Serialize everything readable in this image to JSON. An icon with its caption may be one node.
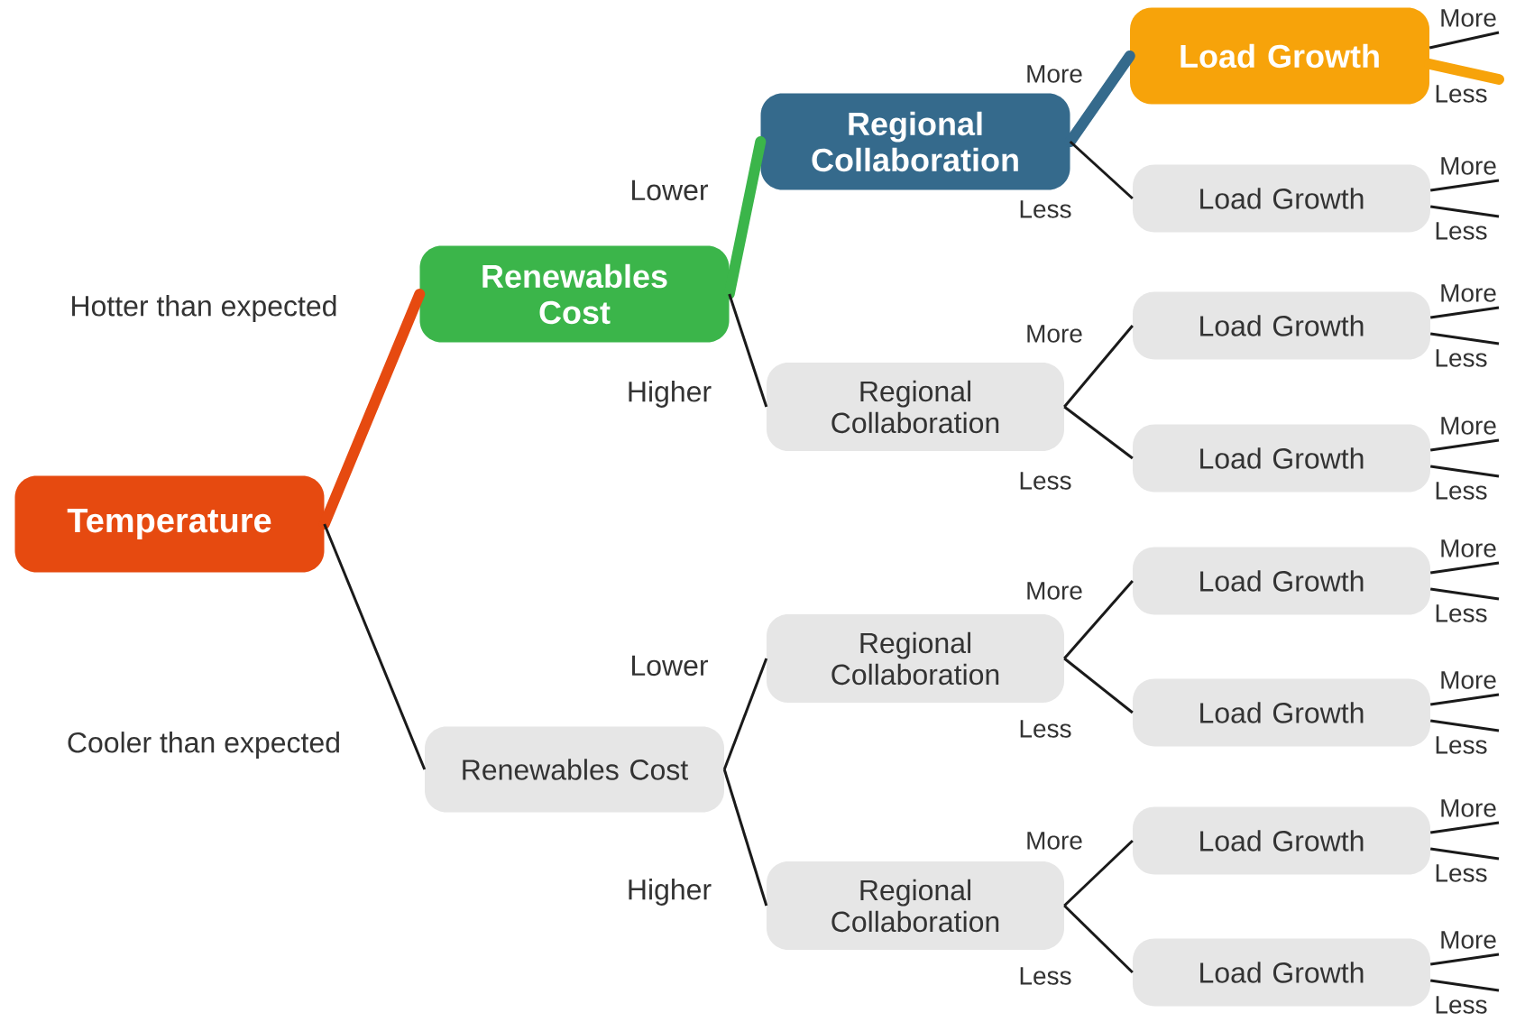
{
  "diagram": {
    "nodes": [
      {
        "text": [
          "Temperature"
        ]
      },
      {
        "text": [
          "Renewables Cost"
        ]
      },
      {
        "text": [
          "Regional Collaboration"
        ]
      },
      {
        "text": [
          "Load Growth"
        ]
      },
      {
        "text": [
          "Load Growth"
        ]
      },
      {
        "text": [
          "Regional Collaboration"
        ]
      },
      {
        "text": [
          "Load Growth"
        ]
      },
      {
        "text": [
          "Load Growth"
        ]
      },
      {
        "text": [
          "Renewables Cost"
        ]
      },
      {
        "text": [
          "Regional Collaboration"
        ]
      },
      {
        "text": [
          "Load Growth"
        ]
      },
      {
        "text": [
          "Load Growth"
        ]
      },
      {
        "text": [
          "Regional Collaboration"
        ]
      },
      {
        "text": [
          "Load Growth"
        ]
      },
      {
        "text": [
          "Load Growth"
        ]
      }
    ],
    "edges": [
      {
        "from": 0,
        "to": 1,
        "arrow": "none",
        "label": "Hotter than expected",
        "style": "thick",
        "color": "#e64a10"
      },
      {
        "from": 0,
        "to": 8,
        "arrow": "none",
        "label": "Cooler than expected"
      },
      {
        "from": 1,
        "to": 2,
        "arrow": "none",
        "label": "Lower",
        "style": "thick",
        "color": "#3bb54a"
      },
      {
        "from": 1,
        "to": 5,
        "arrow": "none",
        "label": "Higher"
      },
      {
        "from": 2,
        "to": 3,
        "arrow": "none",
        "label": "More",
        "style": "thick",
        "color": "#356a8c"
      },
      {
        "from": 2,
        "to": 4,
        "arrow": "none",
        "label": "Less"
      },
      {
        "from": 5,
        "to": 6,
        "arrow": "none",
        "label": "More"
      },
      {
        "from": 5,
        "to": 7,
        "arrow": "none",
        "label": "Less"
      },
      {
        "from": 8,
        "to": 9,
        "arrow": "none",
        "label": "Lower"
      },
      {
        "from": 8,
        "to": 12,
        "arrow": "none",
        "label": "Higher"
      },
      {
        "from": 9,
        "to": 10,
        "arrow": "none",
        "label": "More"
      },
      {
        "from": 9,
        "to": 11,
        "arrow": "none",
        "label": "Less"
      },
      {
        "from": 12,
        "to": 13,
        "arrow": "none",
        "label": "More"
      },
      {
        "from": 12,
        "to": 14,
        "arrow": "none",
        "label": "Less"
      },
      {
        "from": 3,
        "to": null,
        "arrow": "none",
        "label": "More"
      },
      {
        "from": 3,
        "to": null,
        "arrow": "none",
        "label": "Less",
        "style": "thick",
        "color": "#f7a30a"
      },
      {
        "from": 4,
        "to": null,
        "arrow": "none",
        "label": "More"
      },
      {
        "from": 4,
        "to": null,
        "arrow": "none",
        "label": "Less"
      },
      {
        "from": 6,
        "to": null,
        "arrow": "none",
        "label": "More"
      },
      {
        "from": 6,
        "to": null,
        "arrow": "none",
        "label": "Less"
      },
      {
        "from": 7,
        "to": null,
        "arrow": "none",
        "label": "More"
      },
      {
        "from": 7,
        "to": null,
        "arrow": "none",
        "label": "Less"
      },
      {
        "from": 10,
        "to": null,
        "arrow": "none",
        "label": "More"
      },
      {
        "from": 10,
        "to": null,
        "arrow": "none",
        "label": "Less"
      },
      {
        "from": 11,
        "to": null,
        "arrow": "none",
        "label": "More"
      },
      {
        "from": 11,
        "to": null,
        "arrow": "none",
        "label": "Less"
      },
      {
        "from": 13,
        "to": null,
        "arrow": "none",
        "label": "More"
      },
      {
        "from": 13,
        "to": null,
        "arrow": "none",
        "label": "Less"
      },
      {
        "from": 14,
        "to": null,
        "arrow": "none",
        "label": "More"
      },
      {
        "from": 14,
        "to": null,
        "arrow": "none",
        "label": "Less"
      }
    ]
  }
}
